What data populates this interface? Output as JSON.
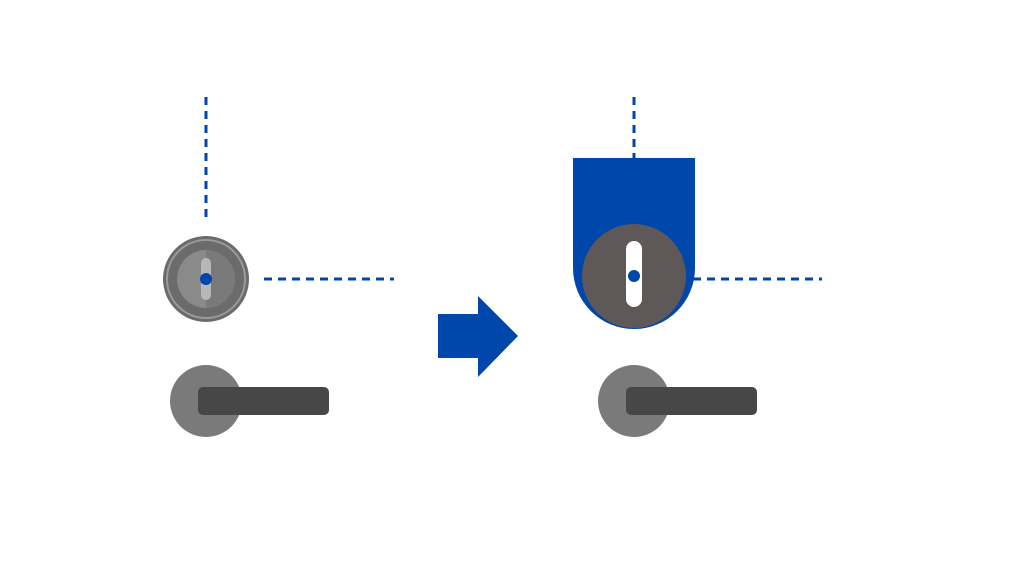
{
  "diagram": {
    "description_visible_text": "",
    "colors": {
      "accent_blue": "#0047AB",
      "lever_handle_dark": "#474747",
      "lever_rosette_gray": "#7A7A7A",
      "cylinder_outer_gray": "#6B6B6B",
      "cylinder_inner_gray": "#8A8A8A",
      "smart_lock_knob_gray": "#5E5858",
      "keyhole_white": "#FFFFFF",
      "background": "#FFFFFF"
    },
    "icons": {
      "before_lock": "key-cylinder-icon",
      "after_lock": "smart-lock-icon",
      "handle": "lever-handle-icon",
      "transition": "right-arrow-icon"
    },
    "states": [
      {
        "id": "before",
        "lock": "key-cylinder",
        "handle": "lever-handle"
      },
      {
        "id": "after",
        "lock": "smart-lock-attached",
        "handle": "lever-handle"
      }
    ]
  }
}
